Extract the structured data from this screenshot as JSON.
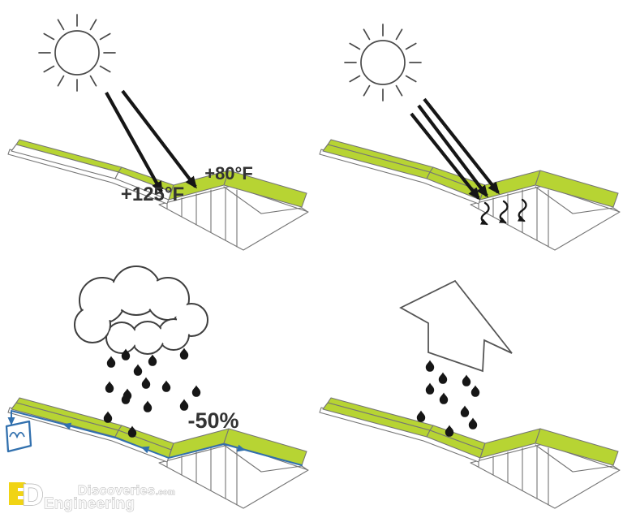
{
  "colors": {
    "green": "#b7d433",
    "blue": "#3170ae",
    "ink": "#161616",
    "outline": "#757575",
    "label": "#333333",
    "logo-yellow": "#f1d414",
    "logo-gray": "#b2b2b2"
  },
  "panels": {
    "surface_temp": {
      "conventional_label": "+125°F",
      "green_roof_label": "+80°F"
    },
    "stormwater": {
      "runoff_label": "-50%"
    }
  },
  "icons": {
    "sun": "sun-icon",
    "solar_ray": "solar-ray-arrow-icon",
    "heat_wave": "heat-wave-arrow-icon",
    "cloud": "cloud-icon",
    "rain_drop": "rain-drop-icon",
    "evaporation": "up-block-arrow-icon",
    "water_tank": "water-tank-icon",
    "drain_flow": "drain-flow-arrow-icon"
  },
  "watermark": {
    "brand_top": "Discoveries",
    "brand_top_suffix": ".com",
    "brand_bottom": "Engineering"
  }
}
